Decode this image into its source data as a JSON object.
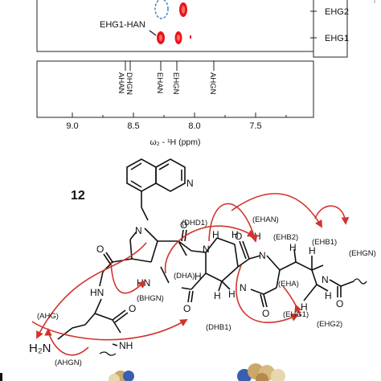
{
  "spectrum": {
    "cross_peak_label": "EHG1-HAN",
    "right_labels": [
      "EHG2",
      "EHG1"
    ],
    "strip_labels": [
      "DHGN",
      "AHAN",
      "EHAN",
      "EHGN",
      "AHGN"
    ],
    "x_ticks": [
      "9.0",
      "8.5",
      "8.0",
      "7.5"
    ],
    "x_axis_label": "ω₂ - ¹H  (ppm)",
    "peak_color": "#e8141b",
    "missing_peak_color": "#2a7fc9"
  },
  "molecule": {
    "compound_number": "12",
    "noe_arrow_color": "#d0342c",
    "ring_atom": "N",
    "atoms": {
      "n_pyrrolidine": "N",
      "n_amide_left": "N",
      "n_amide_mid": "N",
      "hn_left": "HN",
      "hn_mid": "HN",
      "hn_bottom": "NH",
      "n_right": "N",
      "h_right": "H",
      "o_1": "O",
      "o_2": "O",
      "o_3": "O",
      "o_4": "O",
      "o_5": "O",
      "h_a": "H",
      "h_b": "H",
      "h_c": "H",
      "h_d": "H",
      "h_e": "H",
      "h_f": "H",
      "h_g": "H",
      "h_h": "H",
      "h2n": "H₂N"
    },
    "labels": {
      "dhd1": "(DHD1)",
      "ehan": "(EHAN)",
      "ehb2": "(EHB2)",
      "ehb1": "(EHB1)",
      "ehgn": "(EHGN)",
      "dha": "(DHA)",
      "bhgn": "(BHGN)",
      "eha": "(EHA)",
      "dhb1": "(DHB1)",
      "ehg1": "(EHG1)",
      "ehg2": "(EHG2)",
      "ahg": "(AHG)",
      "ahgn": "(AHGN)"
    }
  }
}
